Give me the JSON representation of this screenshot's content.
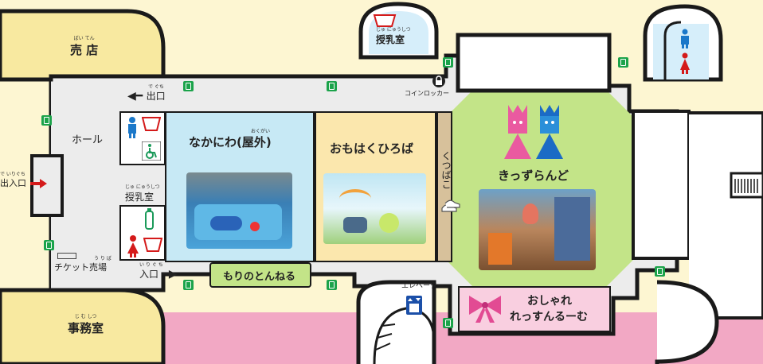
{
  "rooms": {
    "shop": {
      "ruby": "ばい てん",
      "label": "売 店"
    },
    "office": {
      "ruby": "じ む しつ",
      "label": "事務室"
    },
    "nursing_top": {
      "ruby": "じゅ にゅうしつ",
      "label": "授乳室"
    },
    "nursing_side": {
      "ruby": "じゅ にゅうしつ",
      "label": "授乳室"
    },
    "hall": {
      "label": "ホール"
    },
    "nakaniwa": {
      "ruby": "おくがい",
      "label": "なかにわ(屋外)"
    },
    "omohaku": {
      "label": "おもはくひろば"
    },
    "kutsubako": {
      "label": "くつばこ"
    },
    "kidsland": {
      "label": "きっずらんど"
    },
    "morino": {
      "label": "もりのとんねる"
    },
    "oshare_line1": {
      "label": "おしゃれ"
    },
    "oshare_line2": {
      "label": "れっすんるーむ"
    }
  },
  "signs": {
    "exit_ruby": "で ぐち",
    "exit": "出口",
    "entrance_ruby": "い り ぐ ち",
    "entrance": "入口",
    "main_entry_ruby": "で いりぐち",
    "main_entry": "出入口",
    "ticket_ruby": "う り ば",
    "ticket": "チケット売場",
    "coin_locker": "コインロッカー",
    "elevator": "エレベーター"
  },
  "colors": {
    "background": "#fdf6d2",
    "floor": "#ececec",
    "band": "#f2a8c4",
    "shop": "#f8e9a0",
    "nakaniwa": "#c7e9f5",
    "omohaku": "#fbe7ad",
    "kidsland": "#c3e488",
    "morino": "#c3e488",
    "oshare": "#f9cfe0",
    "kutsubako": "#d7c19b",
    "exit_sign": "#1ba34a"
  }
}
